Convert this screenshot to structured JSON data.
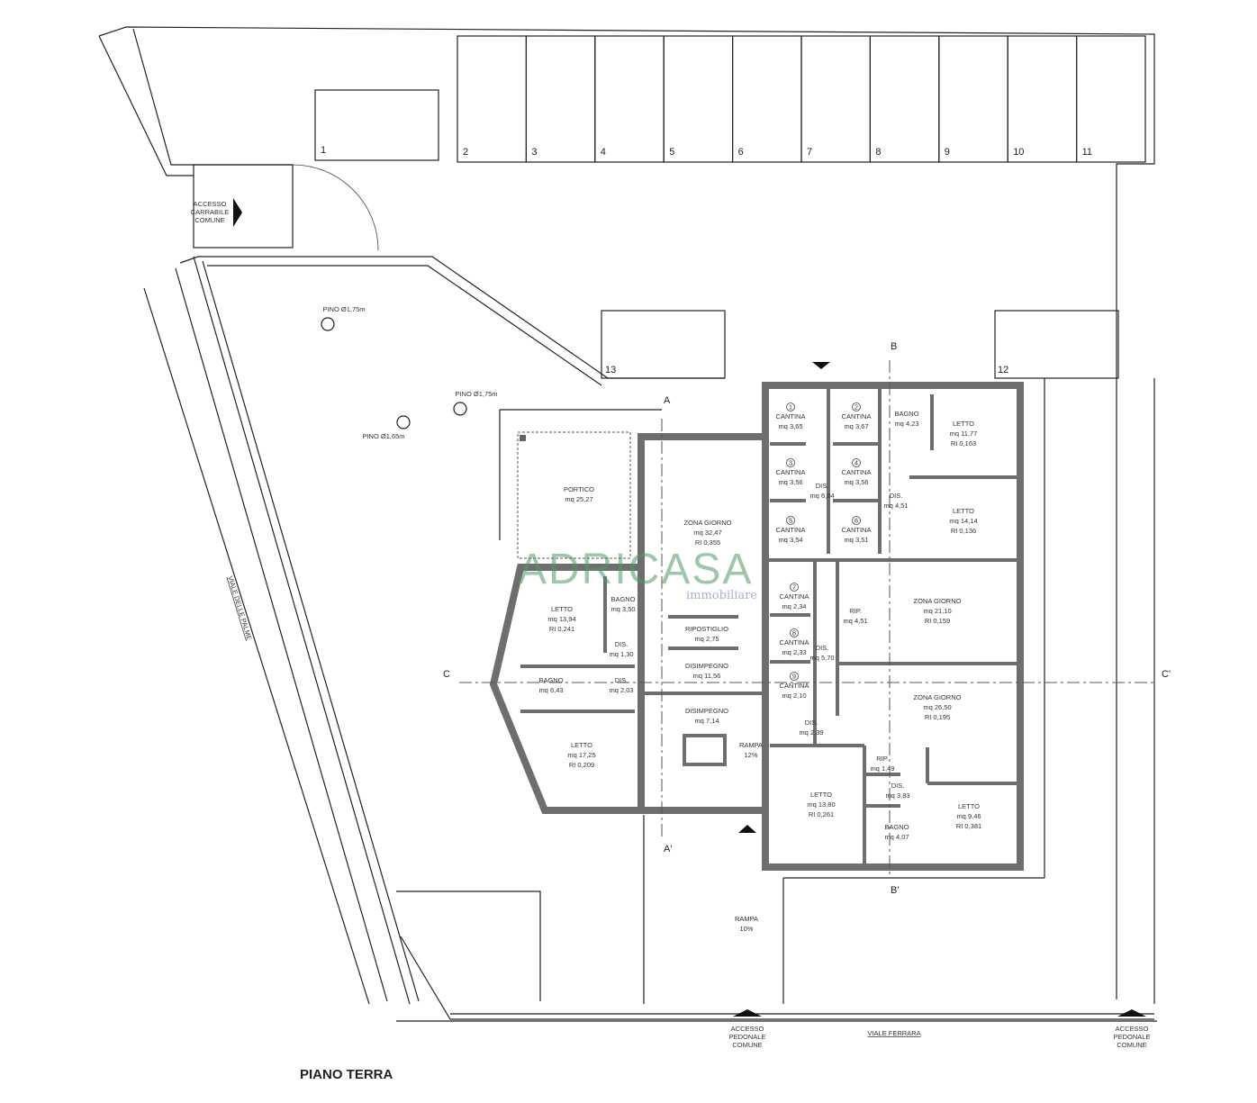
{
  "title": "PIANO TERRA",
  "parking_spots": [
    "1",
    "2",
    "3",
    "4",
    "5",
    "6",
    "7",
    "8",
    "9",
    "10",
    "11",
    "12",
    "13"
  ],
  "access": {
    "vehicle": [
      "ACCESSO",
      "CARRABILE",
      "COMUNE"
    ],
    "pedestrian": [
      "ACCESSO",
      "PEDONALE",
      "COMUNE"
    ]
  },
  "streets": {
    "west": "VIALE DELLE PALME",
    "south": "VIALE FERRARA"
  },
  "trees": [
    "PINO Ø1,75m",
    "PINO Ø1,75m",
    "PINO Ø1,65m"
  ],
  "sections": [
    "A",
    "A'",
    "B",
    "B'",
    "C",
    "C'"
  ],
  "watermark": {
    "brand": "ADRICASA",
    "sub": "immobiliare"
  },
  "rooms": [
    {
      "name": "PORTICO",
      "area": "mq 25,27"
    },
    {
      "name": "ZONA GIORNO",
      "area": "mq 32,47",
      "ri": "RI 0,355"
    },
    {
      "name": "LETTO",
      "area": "mq 13,94",
      "ri": "RI 0,241"
    },
    {
      "name": "BAGNO",
      "area": "mq 3,50"
    },
    {
      "name": "DIS.",
      "area": "mq 1,30"
    },
    {
      "name": "RIPOSTIGLIO",
      "area": "mq 2,75"
    },
    {
      "name": "DISIMPEGNO",
      "area": "mq 11,56"
    },
    {
      "name": "BAGNO",
      "area": "mq 6,43"
    },
    {
      "name": "DIS.",
      "area": "mq 2,03"
    },
    {
      "name": "DISIMPEGNO",
      "area": "mq 7,14"
    },
    {
      "name": "LETTO",
      "area": "mq 17,25",
      "ri": "RI 0,209"
    },
    {
      "name": "RAMPA",
      "area": "12%"
    },
    {
      "no": "1",
      "name": "CANTINA",
      "area": "mq 3,65"
    },
    {
      "no": "2",
      "name": "CANTINA",
      "area": "mq 3,67"
    },
    {
      "no": "3",
      "name": "CANTINA",
      "area": "mq 3,56"
    },
    {
      "no": "4",
      "name": "CANTINA",
      "area": "mq 3,56"
    },
    {
      "no": "5",
      "name": "CANTINA",
      "area": "mq 3,54"
    },
    {
      "no": "6",
      "name": "CANTINA",
      "area": "mq 3,51"
    },
    {
      "name": "DIS.",
      "area": "mq 6,84"
    },
    {
      "name": "BAGNO",
      "area": "mq 4,23"
    },
    {
      "name": "LETTO",
      "area": "mq 11,77",
      "ri": "RI 0,163"
    },
    {
      "name": "DIS.",
      "area": "mq 4,51"
    },
    {
      "name": "LETTO",
      "area": "mq 14,14",
      "ri": "RI 0,136"
    },
    {
      "no": "7",
      "name": "CANTINA",
      "area": "mq 2,34"
    },
    {
      "no": "8",
      "name": "CANTINA",
      "area": "mq 2,33"
    },
    {
      "name": "DIS.",
      "area": "mq 5,70"
    },
    {
      "no": "9",
      "name": "CANTINA",
      "area": "mq 2,10"
    },
    {
      "name": "RIP.",
      "area": "mq 4,51"
    },
    {
      "name": "ZONA GIORNO",
      "area": "mq 21,10",
      "ri": "RI 0,159"
    },
    {
      "name": "ZONA GIORNO",
      "area": "mq 26,50",
      "ri": "RI 0,195"
    },
    {
      "name": "DIS.",
      "area": "mq 2,39"
    },
    {
      "name": "RIP.",
      "area": "mq 1,49"
    },
    {
      "name": "DIS.",
      "area": "mq 3,83"
    },
    {
      "name": "LETTO",
      "area": "mq 13,80",
      "ri": "RI 0,261"
    },
    {
      "name": "BAGNO",
      "area": "mq 4,07"
    },
    {
      "name": "LETTO",
      "area": "mq 9,46",
      "ri": "RI 0,381"
    },
    {
      "name": "RAMPA",
      "area": "10%"
    }
  ]
}
